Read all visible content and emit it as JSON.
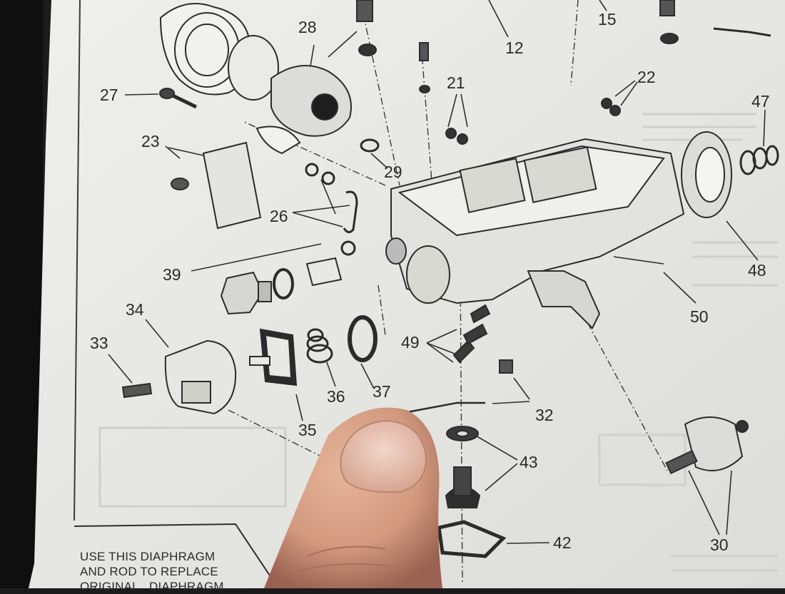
{
  "image": {
    "subject": "photo-of-printed-exploded-carburetor-parts-diagram",
    "paper_color": "#e9e9e6",
    "ink_color": "#2a2a2a",
    "background_color": "#1b1b1c",
    "finger_color": "#d9a48a"
  },
  "part_callouts": [
    "12",
    "15",
    "21",
    "22",
    "23",
    "26",
    "27",
    "28",
    "29",
    "30",
    "32",
    "33",
    "34",
    "35",
    "36",
    "37",
    "39",
    "42",
    "43",
    "47",
    "48",
    "49",
    "50"
  ],
  "note_box": {
    "lines": [
      "USE THIS DIAPHRAGM",
      "AND ROD TO REPLACE",
      "ORIGINAL   DIAPHRAGM"
    ]
  }
}
